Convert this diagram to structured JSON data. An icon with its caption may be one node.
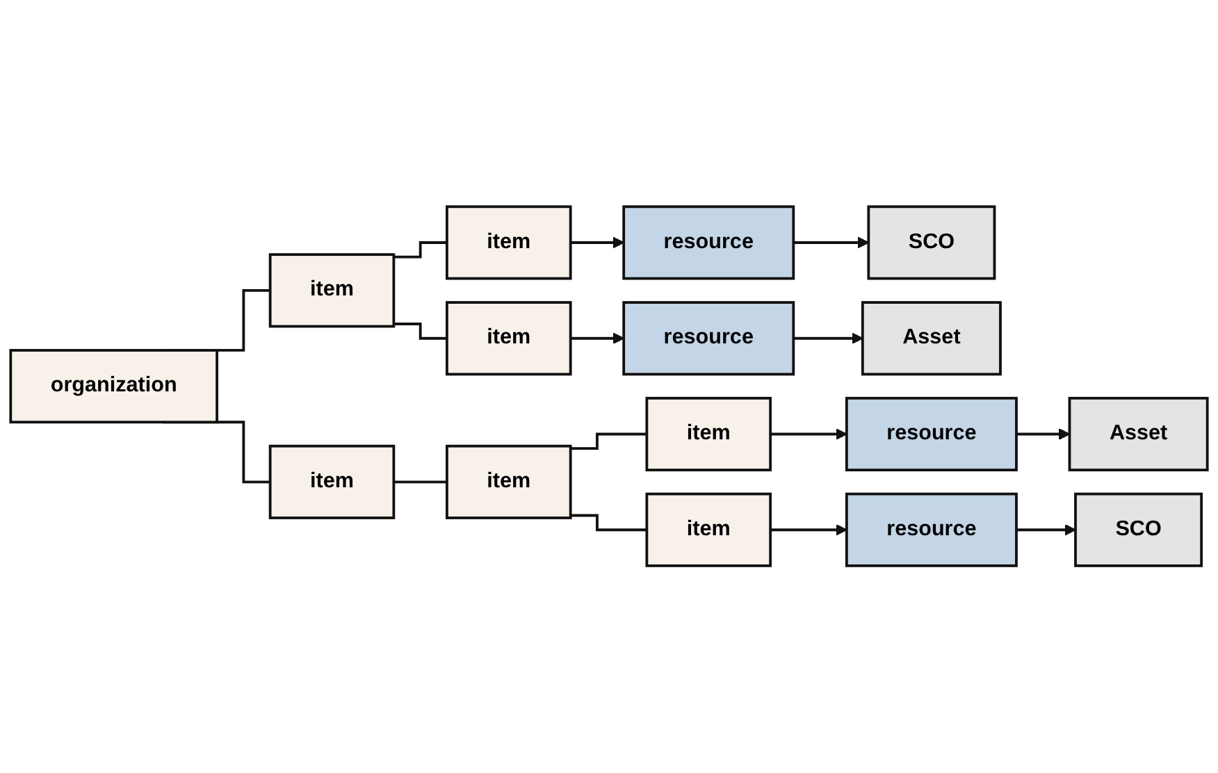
{
  "diagram": {
    "nodes": [
      {
        "text": [
          "organization"
        ]
      },
      {
        "text": [
          "item"
        ]
      },
      {
        "text": [
          "item"
        ]
      },
      {
        "text": [
          "resource"
        ]
      },
      {
        "text": [
          "SCO"
        ]
      },
      {
        "text": [
          "item"
        ]
      },
      {
        "text": [
          "resource"
        ]
      },
      {
        "text": [
          "Asset"
        ]
      },
      {
        "text": [
          "item"
        ]
      },
      {
        "text": [
          "item"
        ]
      },
      {
        "text": [
          "item"
        ]
      },
      {
        "text": [
          "resource"
        ]
      },
      {
        "text": [
          "Asset"
        ]
      },
      {
        "text": [
          "item"
        ]
      },
      {
        "text": [
          "resource"
        ]
      },
      {
        "text": [
          "SCO"
        ]
      }
    ],
    "edges": [
      {
        "from": 0,
        "to": 1,
        "arrow": "none"
      },
      {
        "from": 1,
        "to": 2,
        "arrow": "none"
      },
      {
        "from": 1,
        "to": 5,
        "arrow": "none"
      },
      {
        "from": 0,
        "to": 8,
        "arrow": "none"
      },
      {
        "from": 8,
        "to": 9,
        "arrow": "none"
      },
      {
        "from": 9,
        "to": 10,
        "arrow": "none"
      },
      {
        "from": 9,
        "to": 13,
        "arrow": "none"
      },
      {
        "from": 2,
        "to": 3,
        "arrow": "to"
      },
      {
        "from": 3,
        "to": 4,
        "arrow": "to"
      },
      {
        "from": 5,
        "to": 6,
        "arrow": "to"
      },
      {
        "from": 6,
        "to": 7,
        "arrow": "to"
      },
      {
        "from": 10,
        "to": 11,
        "arrow": "to"
      },
      {
        "from": 11,
        "to": 12,
        "arrow": "to"
      },
      {
        "from": 13,
        "to": 14,
        "arrow": "to"
      },
      {
        "from": 14,
        "to": 15,
        "arrow": "to"
      }
    ]
  }
}
